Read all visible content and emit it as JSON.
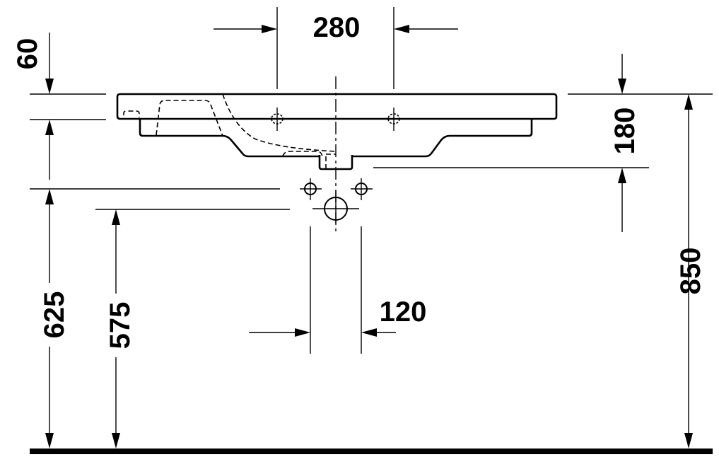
{
  "diagram": {
    "type": "technical-drawing",
    "subject": "washbasin front elevation with installation dimensions",
    "units": "mm",
    "dimensions": {
      "tap_hole_spacing": "280",
      "rim_thickness": "60",
      "basin_depth": "180",
      "rim_height": "850",
      "supply_height": "625",
      "waste_height": "575",
      "supply_spacing": "120"
    },
    "colors": {
      "line": "#000000",
      "background": "#ffffff"
    }
  }
}
